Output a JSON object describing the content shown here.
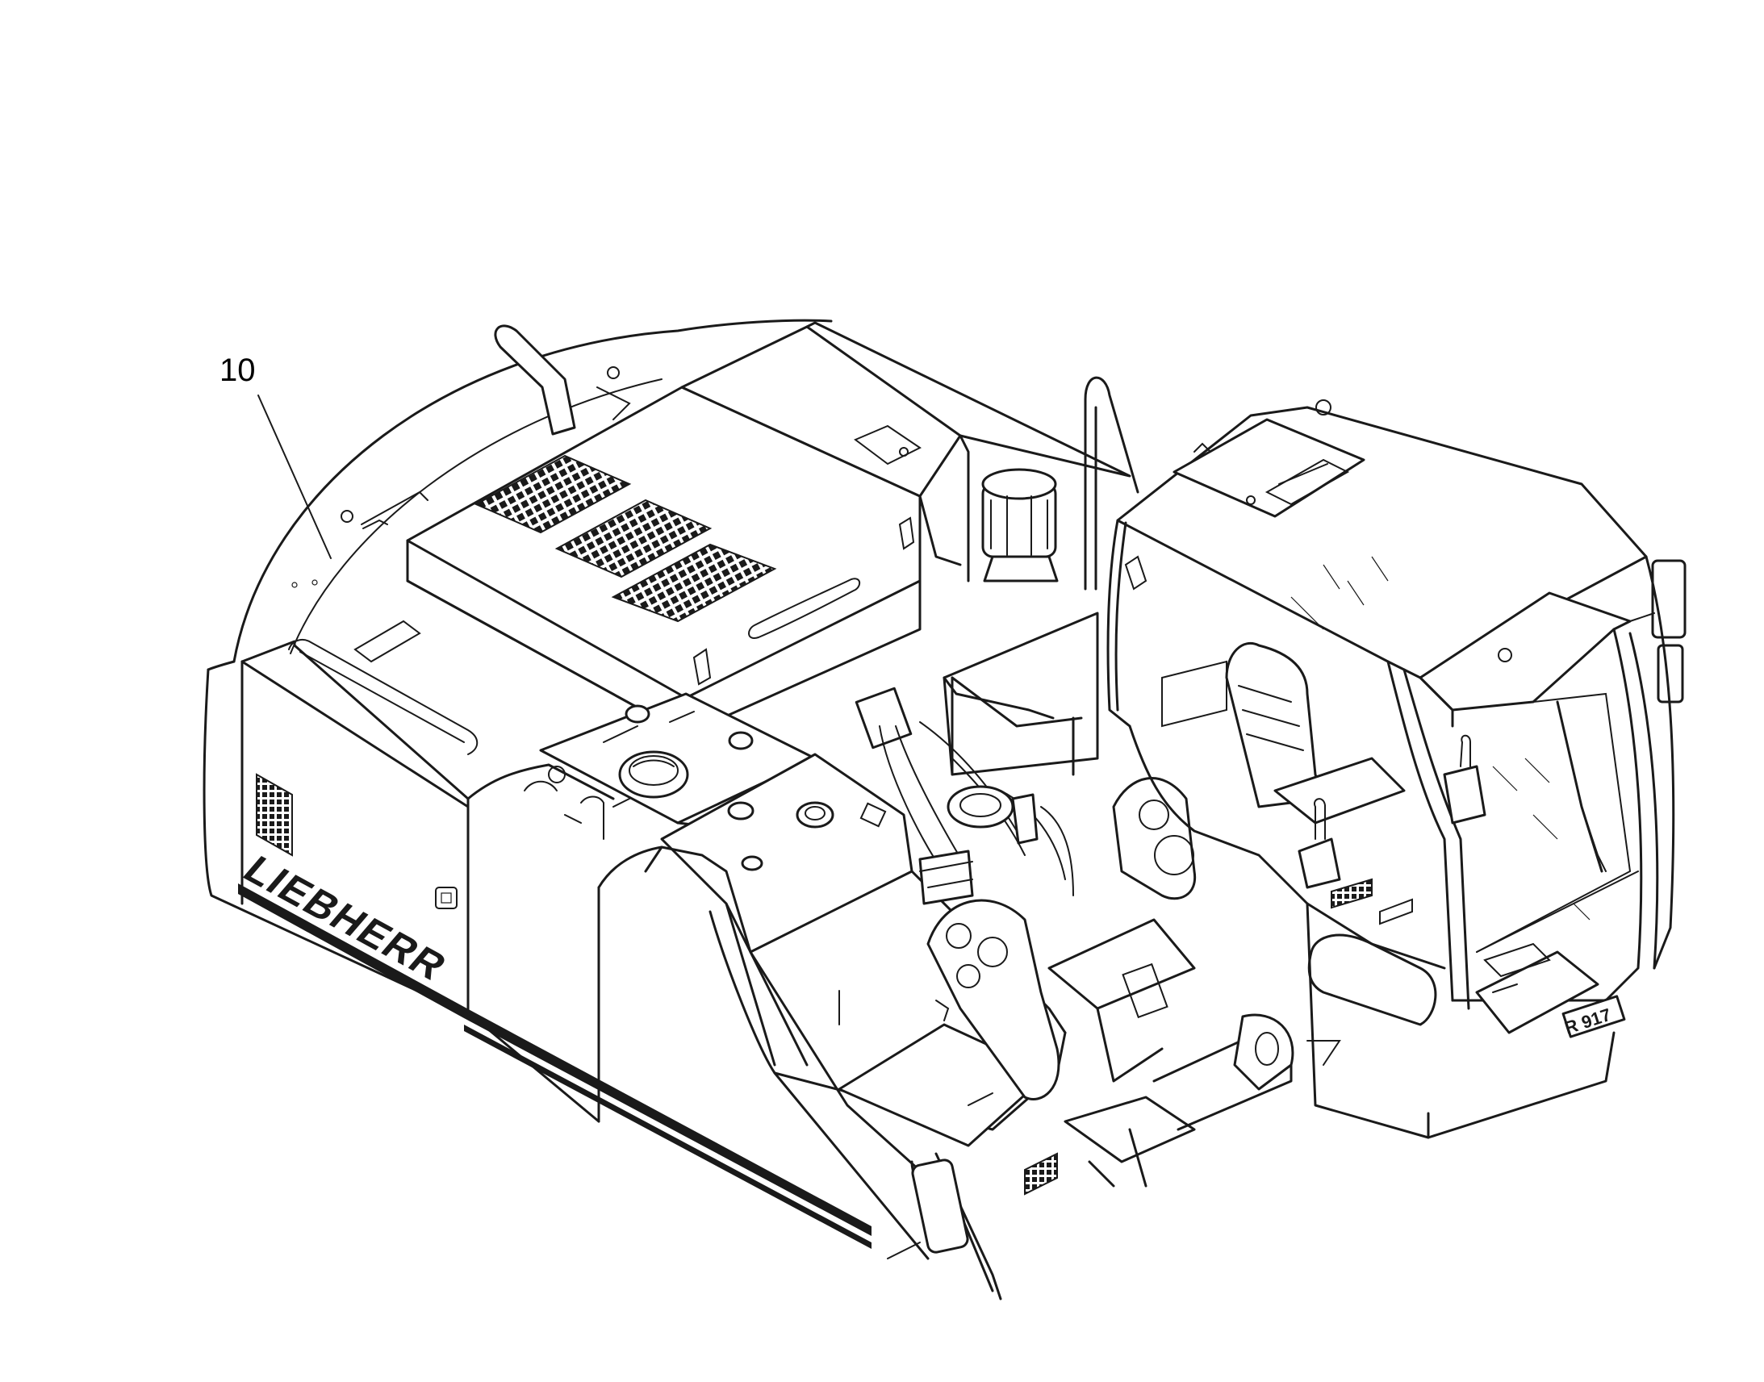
{
  "figure": {
    "callouts": [
      {
        "label": "10"
      }
    ],
    "brand_lettering": "LIEBHERR",
    "model_badge": "R 917"
  }
}
